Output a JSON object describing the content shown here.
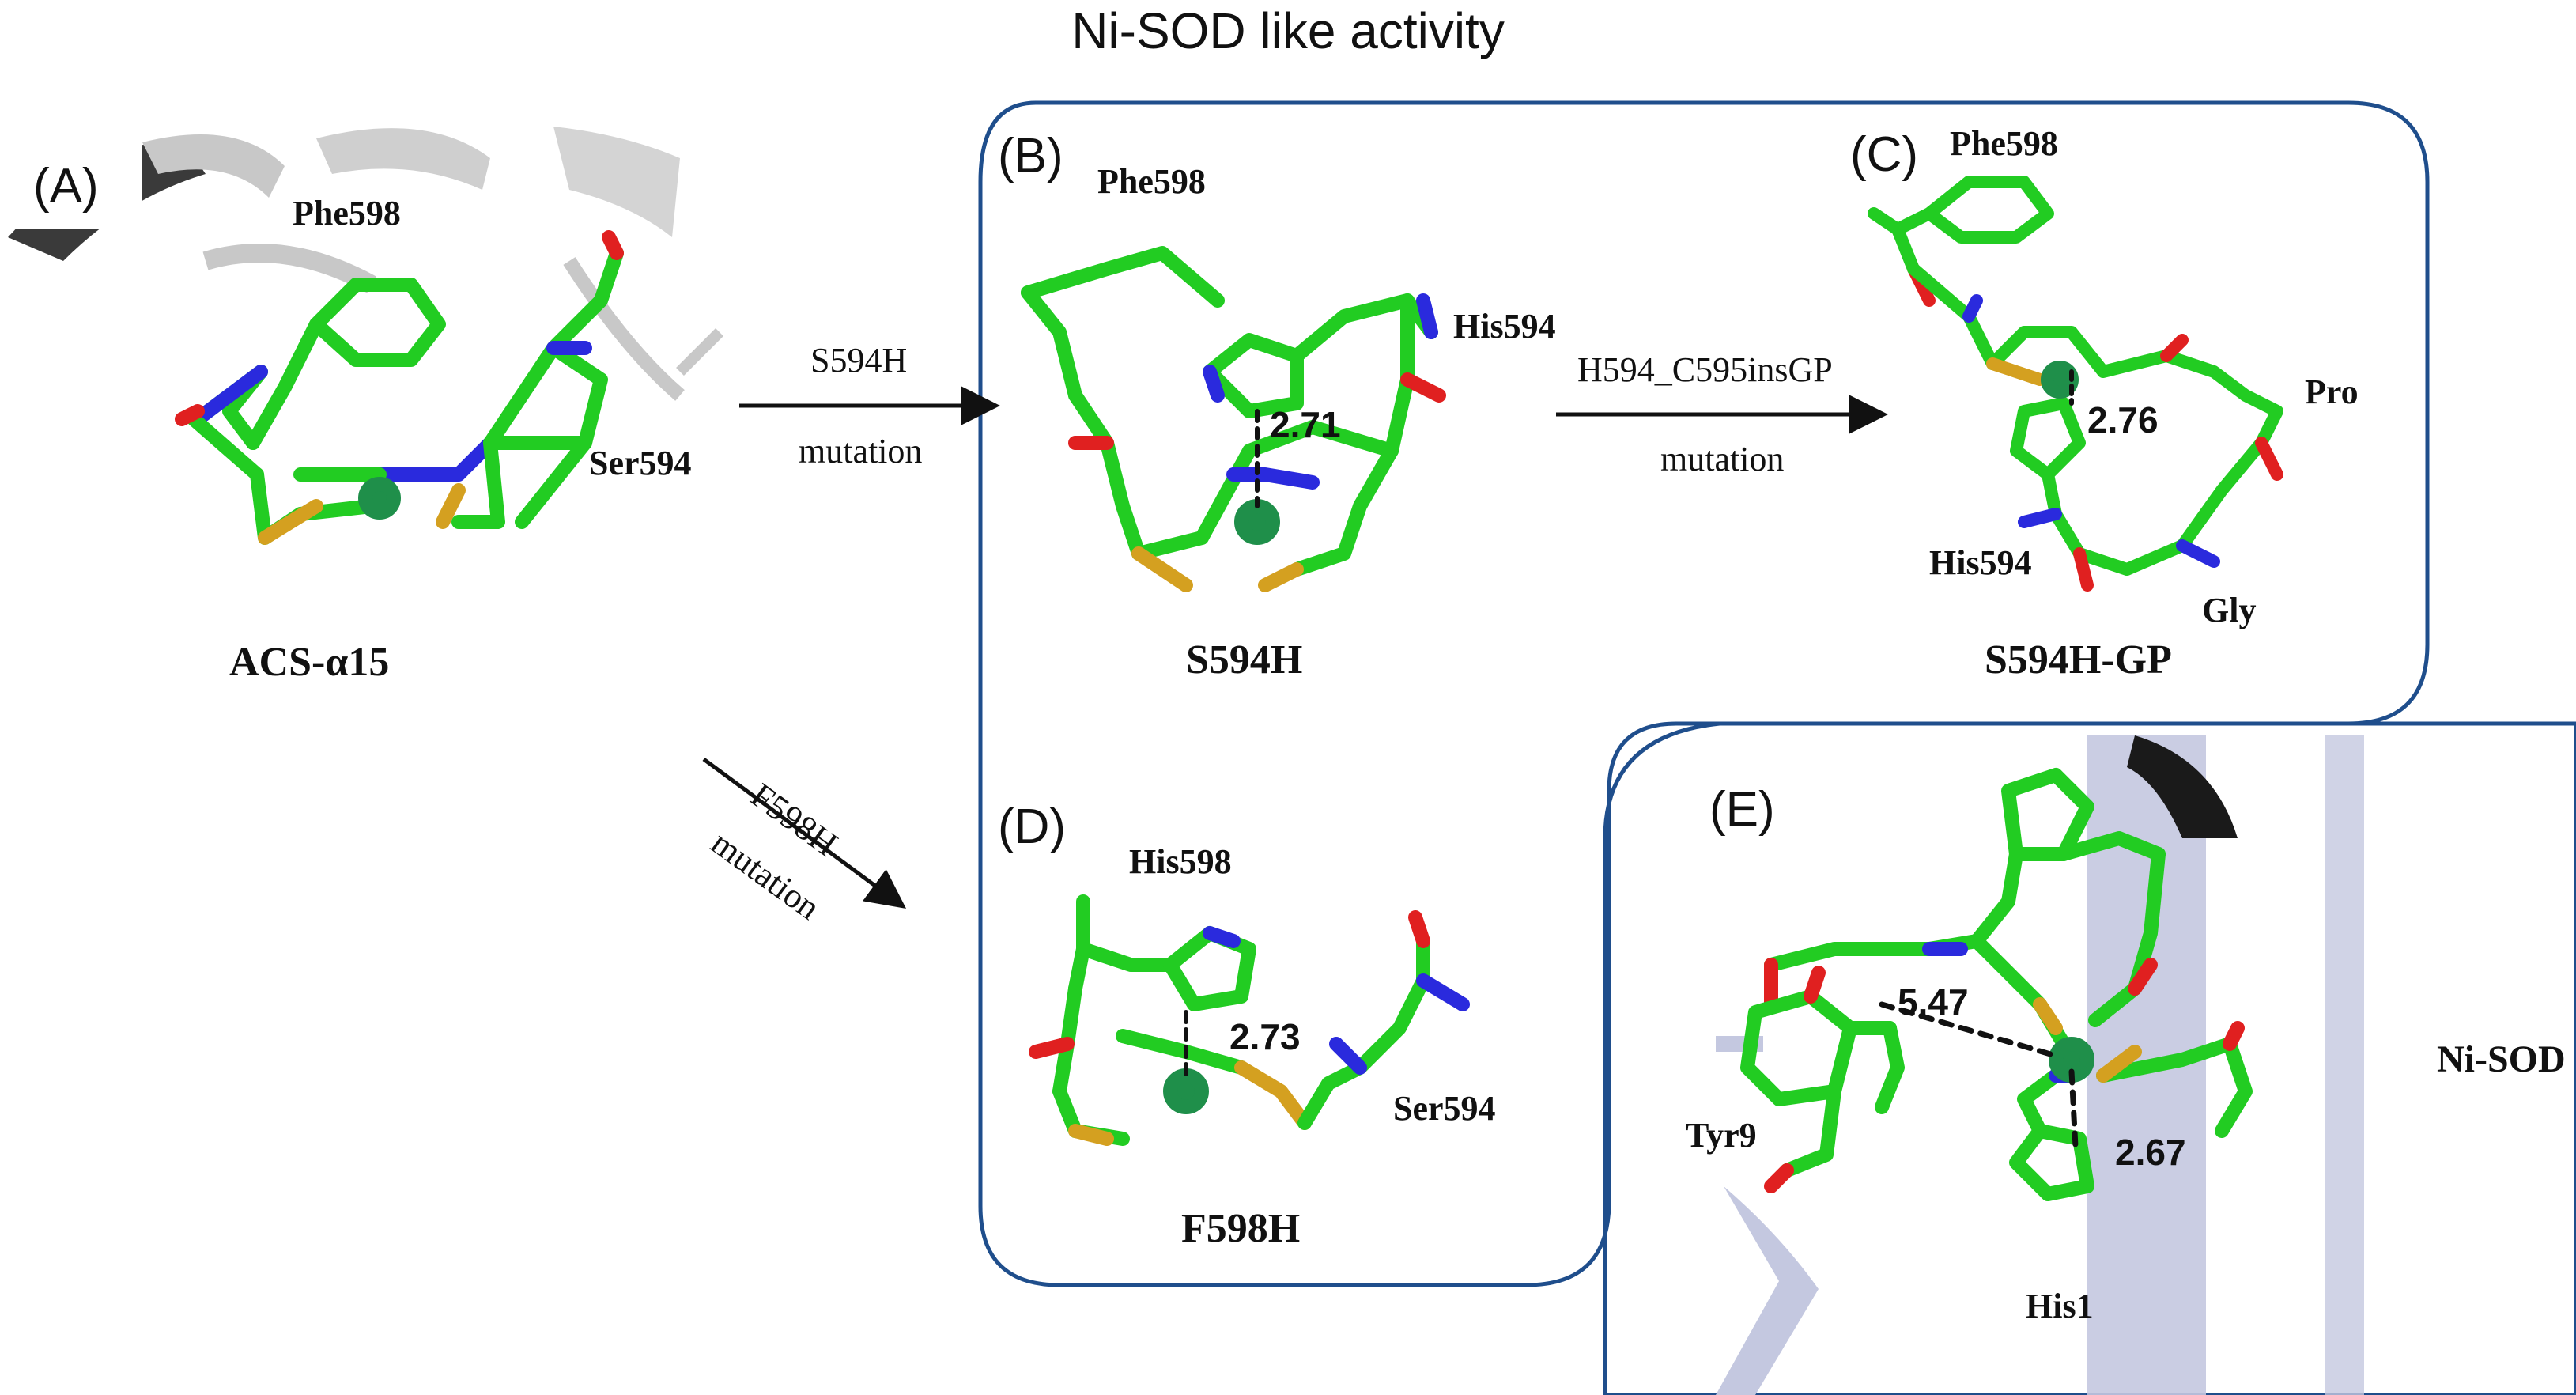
{
  "title": "Ni-SOD like activity",
  "panels": {
    "A": {
      "letter": "(A)",
      "name": "ACS-α15",
      "residues": [
        "Phe598",
        "Ser594"
      ]
    },
    "B": {
      "letter": "(B)",
      "name": "S594H",
      "residues": [
        "Phe598",
        "His594"
      ],
      "distance": "2.71"
    },
    "C": {
      "letter": "(C)",
      "name": "S594H-GP",
      "residues": [
        "Phe598",
        "Pro",
        "His594",
        "Gly"
      ],
      "distance": "2.76"
    },
    "D": {
      "letter": "(D)",
      "name": "F598H",
      "residues": [
        "His598",
        "Ser594"
      ],
      "distance": "2.73"
    },
    "E": {
      "letter": "(E)",
      "name": "Ni-SOD",
      "residues": [
        "Tyr9",
        "His1"
      ],
      "distances": [
        "5.47",
        "2.67"
      ]
    }
  },
  "arrows": {
    "a_to_b": {
      "top": "S594H",
      "bottom": "mutation"
    },
    "b_to_c": {
      "top": "H594_C595insGP",
      "bottom": "mutation"
    },
    "a_to_d": {
      "top": "F598H",
      "bottom": "mutation"
    }
  },
  "colors": {
    "carbon": "#22cc22",
    "nitrogen": "#2a2add",
    "oxygen": "#e02020",
    "sulfur": "#d4a020",
    "nickel": "#1f8f4a",
    "cartoon_gray": "#c8c8c8",
    "cartoon_lavender": "#c4c8e0",
    "box_border": "#1f4e8c"
  }
}
